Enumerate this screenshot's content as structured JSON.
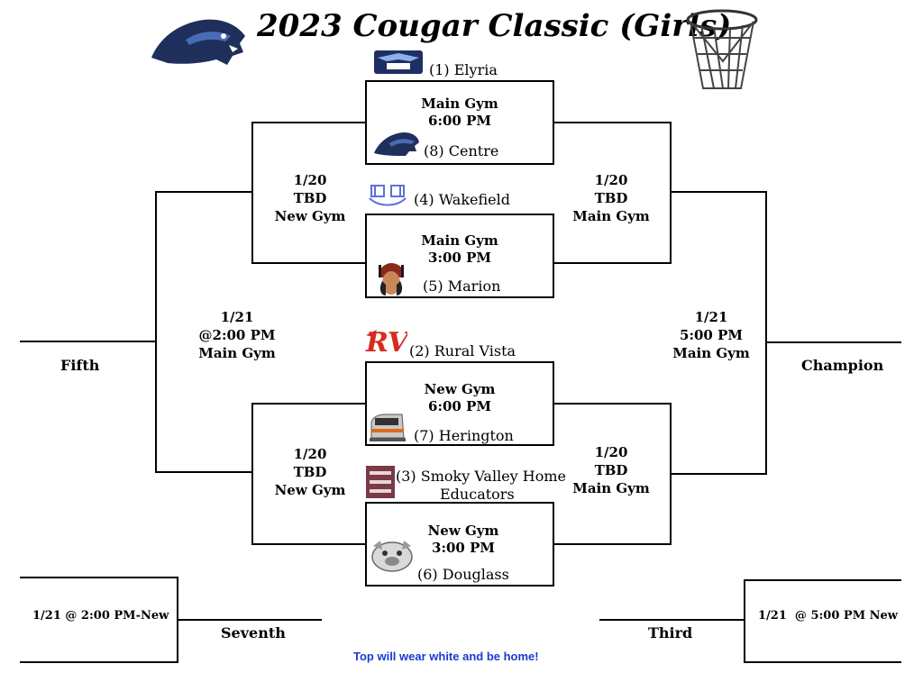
{
  "title": "2023 Cougar Classic (Girls)",
  "teams": {
    "elyria": "(1) Elyria",
    "centre": "(8) Centre",
    "wakefield": "(4) Wakefield",
    "marion": "(5) Marion",
    "rural_vista": "(2) Rural Vista",
    "herington": "(7) Herington",
    "smoky_valley_1": "(3) Smoky Valley Home",
    "smoky_valley_2": "Educators",
    "douglass": "(6) Douglass"
  },
  "games": {
    "g1": {
      "line1": "Main Gym",
      "line2": "6:00 PM"
    },
    "g2": {
      "line1": "Main Gym",
      "line2": "3:00 PM"
    },
    "g3": {
      "line1": "New Gym",
      "line2": "6:00 PM"
    },
    "g4": {
      "line1": "New Gym",
      "line2": "3:00 PM"
    }
  },
  "rounds": {
    "left_top": {
      "date": "1/20",
      "time": "TBD",
      "gym": "New Gym"
    },
    "right_top": {
      "date": "1/20",
      "time": "TBD",
      "gym": "Main Gym"
    },
    "left_bottom": {
      "date": "1/20",
      "time": "TBD",
      "gym": "New Gym"
    },
    "right_bottom": {
      "date": "1/20",
      "time": "TBD",
      "gym": "Main Gym"
    },
    "fifth_game": {
      "date": "1/21",
      "time": "@2:00 PM",
      "gym": "Main Gym"
    },
    "champ_game": {
      "date": "1/21",
      "time": "5:00 PM",
      "gym": "Main Gym"
    }
  },
  "places": {
    "fifth": "Fifth",
    "champion": "Champion",
    "seventh": "Seventh",
    "third": "Third"
  },
  "seventh_game": "1/21 @ 2:00 PM-New",
  "third_game": "1/21  @ 5:00 PM New",
  "note": "Top will wear white and be home!",
  "icons": [
    "cougar-logo-icon",
    "basketball-net-icon",
    "eagles-logo-icon",
    "wildcat-logo-icon",
    "wakefield-logo-icon",
    "marion-logo-icon",
    "rv-logo-icon",
    "train-logo-icon",
    "svhe-logo-icon",
    "bulldog-logo-icon"
  ]
}
